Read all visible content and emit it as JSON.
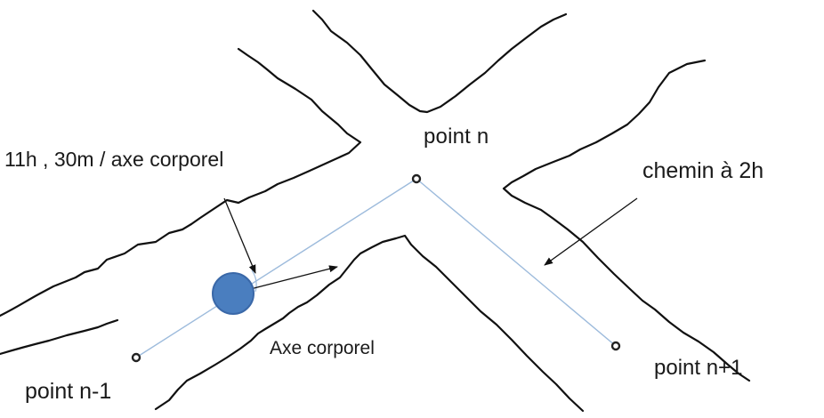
{
  "labels": {
    "orientation": "11h , 30m / axe corporel",
    "point_n": "point n",
    "path": "chemin à 2h",
    "body_axis": "Axe corporel",
    "point_n_plus_1": "point n+1",
    "point_n_minus_1": "point n-1"
  },
  "colors": {
    "stroke": "#111111",
    "path_line": "#9dbbdc",
    "person_fill": "#4a7ebf",
    "person_stroke": "#3a68a8"
  }
}
